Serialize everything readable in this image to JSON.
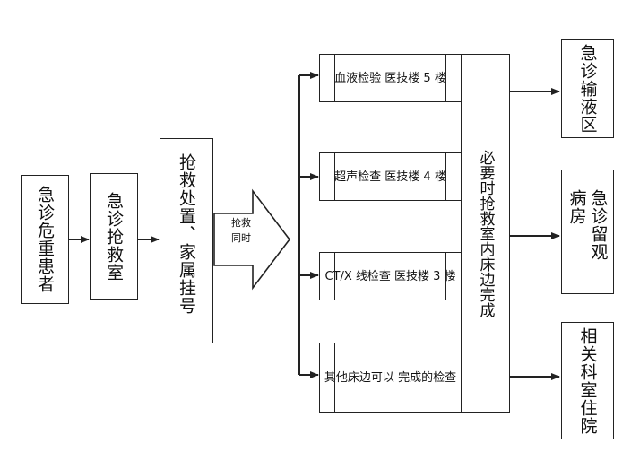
{
  "flow": {
    "patient": "急诊危重患者",
    "rescue_room": "急诊抢救室",
    "treatment": "抢救处置、家属挂号",
    "simultaneous_line1": "抢救",
    "simultaneous_line2": "同时",
    "bedside": "必要时抢救室内床边完成",
    "exams": [
      {
        "line1": "血液检验",
        "line2": "医技楼 5 楼"
      },
      {
        "line1": "超声检查",
        "line2": "医技楼 4 楼"
      },
      {
        "line1": "CT/X 线检查",
        "line2": "医技楼 3 楼"
      },
      {
        "line1": "其他床边可以",
        "line2": "完成的检查"
      }
    ],
    "destinations": [
      "急诊输液区",
      "急诊留观病房",
      "相关科室住院"
    ]
  },
  "colors": {
    "stroke": "#222222",
    "background": "#ffffff"
  }
}
